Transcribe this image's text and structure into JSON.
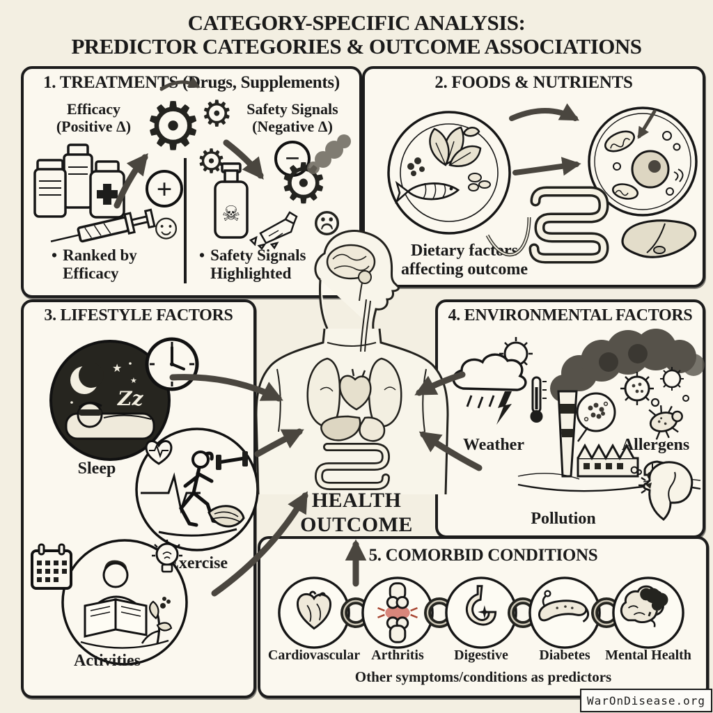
{
  "title": {
    "line1": "CATEGORY-SPECIFIC ANALYSIS:",
    "line2": "PREDICTOR CATEGORIES & OUTCOME ASSOCIATIONS"
  },
  "center": {
    "line1": "HEALTH",
    "line2": "OUTCOME"
  },
  "panels": {
    "treatments": {
      "heading": "1. TREATMENTS (Drugs, Supplements)",
      "efficacy_line1": "Efficacy",
      "efficacy_line2": "(Positive Δ)",
      "safety_line1": "Safety Signals",
      "safety_line2": "(Negative Δ)",
      "bullet": "•",
      "bullet_left_line1": "Ranked by",
      "bullet_left_line2": "Efficacy",
      "bullet_right_line1": "Safety Signals",
      "bullet_right_line2": "Highlighted"
    },
    "foods": {
      "heading": "2. FOODS & NUTRIENTS",
      "caption_line1": "Dietary factors",
      "caption_line2": "affecting outcome"
    },
    "lifestyle": {
      "heading": "3. LIFESTYLE FACTORS",
      "sleep_zz": "Zz",
      "items": [
        {
          "label": "Sleep"
        },
        {
          "label": "Exercise"
        },
        {
          "label": "Activities"
        }
      ]
    },
    "environment": {
      "heading": "4. ENVIRONMENTAL FACTORS",
      "items": [
        {
          "label": "Weather"
        },
        {
          "label": "Allergens"
        },
        {
          "label": "Pollution"
        }
      ]
    },
    "comorbid": {
      "heading": "5. COMORBID CONDITIONS",
      "conditions": [
        "Cardiovascular",
        "Arthritis",
        "Digestive",
        "Diabetes",
        "Mental Health"
      ],
      "footnote": "Other symptoms/conditions as predictors"
    }
  },
  "icons": {
    "gear": "⚙",
    "plus": "+",
    "minus": "−",
    "smiley": "☺",
    "sad": "☹",
    "skull": "☠",
    "star": "★"
  },
  "watermark": {
    "text": "WarOnDisease.org"
  },
  "colors": {
    "background": "#f3efe2",
    "panel_bg": "#fbf8ef",
    "ink": "#1a1a1a",
    "accent_red": "#c0392b"
  }
}
